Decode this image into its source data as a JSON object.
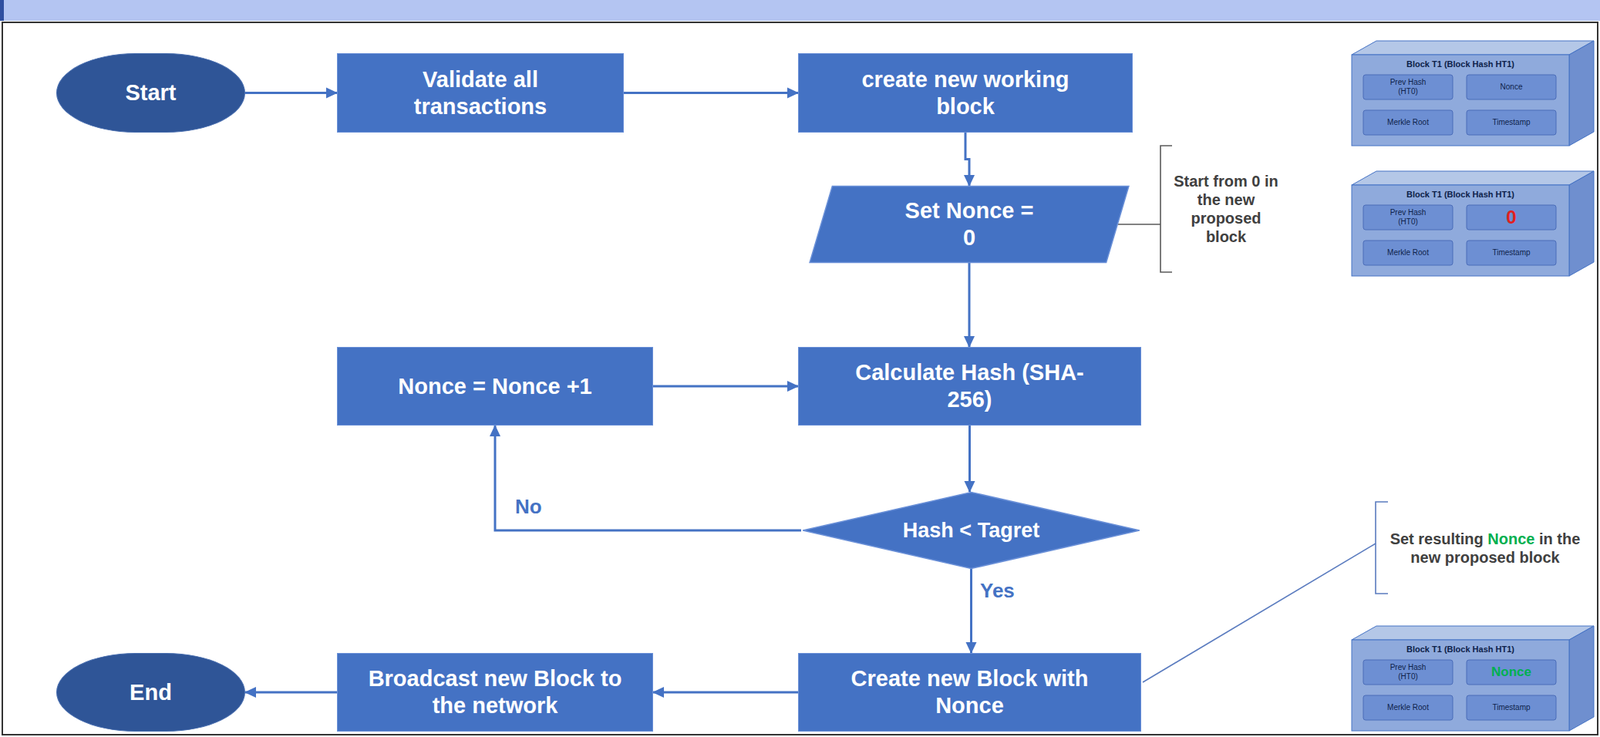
{
  "diagram": {
    "nodes": [
      {
        "text": [
          "Start"
        ]
      },
      {
        "text": [
          "Validate all transactions"
        ]
      },
      {
        "text": [
          "create new working block"
        ]
      },
      {
        "text": [
          "Set Nonce = 0"
        ]
      },
      {
        "text": [
          "Nonce = Nonce +1"
        ]
      },
      {
        "text": [
          "Calculate Hash (SHA-256)"
        ]
      },
      {
        "text": [
          "Hash < Tagret"
        ]
      },
      {
        "text": [
          "Create new Block with Nonce"
        ]
      },
      {
        "text": [
          "Broadcast new Block to the network"
        ]
      },
      {
        "text": [
          "End"
        ]
      }
    ],
    "edges": [
      {
        "from": 0,
        "to": 1,
        "arrow": "to"
      },
      {
        "from": 1,
        "to": 2,
        "arrow": "to"
      },
      {
        "from": 2,
        "to": 3,
        "arrow": "to"
      },
      {
        "from": 3,
        "to": 5,
        "arrow": "to"
      },
      {
        "from": 4,
        "to": 5,
        "arrow": "to"
      },
      {
        "from": 5,
        "to": 6,
        "arrow": "to"
      },
      {
        "from": 6,
        "to": 4,
        "label": "No",
        "arrow": "to"
      },
      {
        "from": 6,
        "to": 7,
        "label": "Yes",
        "arrow": "to"
      },
      {
        "from": 7,
        "to": 8,
        "arrow": "to"
      },
      {
        "from": 8,
        "to": 9,
        "arrow": "to"
      }
    ],
    "labels": [
      "Start from 0 in the new proposed block",
      "Set resulting Nonce in the new proposed block",
      "Block T1 (Block Hash HT1)",
      "Prev Hash (HT0)",
      "Nonce",
      "Merkle Root",
      "Timestamp",
      "Block T1 (Block Hash HT1)",
      "Prev Hash (HT0)",
      "0",
      "Merkle Root",
      "Timestamp",
      "Block T1 (Block Hash HT1)",
      "Prev Hash (HT0)",
      "Nonce",
      "Merkle Root",
      "Timestamp"
    ]
  }
}
